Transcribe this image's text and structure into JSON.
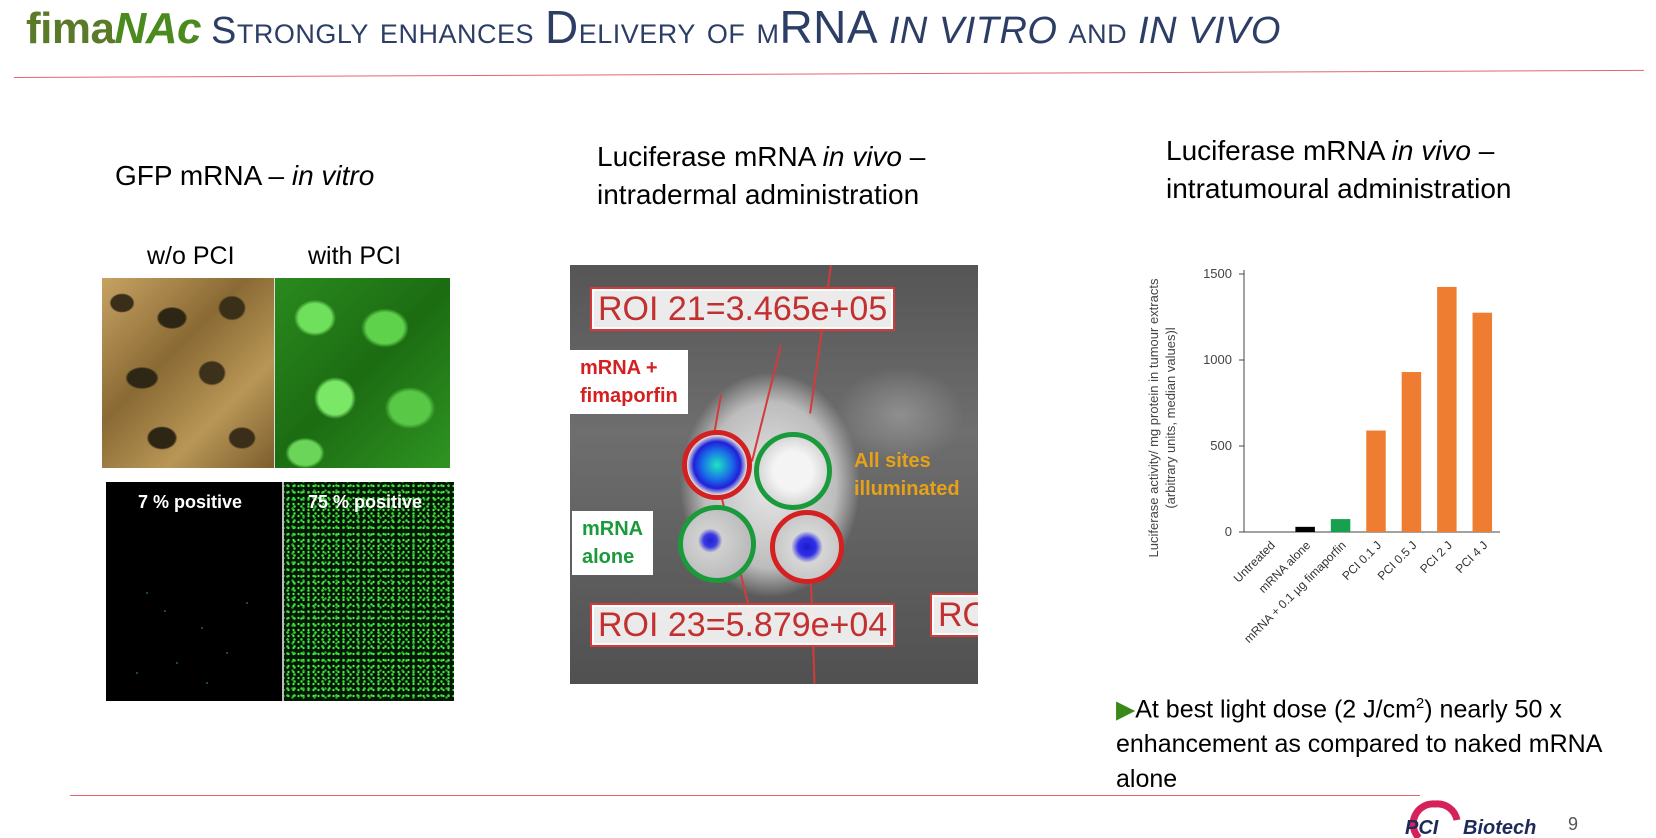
{
  "header": {
    "brand_part1": "fima",
    "brand_part2": "NAc",
    "title_pre": "Strongly enhances ",
    "title_big": "D",
    "title_mid": "elivery of m",
    "title_rna": "RNA ",
    "title_invitro": "in vitro",
    "title_and": " and ",
    "title_invivo": "in vivo"
  },
  "panel1": {
    "caption_pre": "GFP mRNA – ",
    "caption_italic": "in vitro",
    "label_without": "w/o PCI",
    "label_with": "with PCI",
    "flow_left": "7 % positive",
    "flow_right": "75 % positive"
  },
  "panel2": {
    "caption_line1_pre": "Luciferase mRNA ",
    "caption_line1_italic": "in vivo",
    "caption_line1_post": " –",
    "caption_line2": "intradermal administration",
    "roi_top": "ROI 21=3.465e+05",
    "roi_bottom": "ROI 23=5.879e+04",
    "roi_right": "RO",
    "label_fima_line1": "mRNA +",
    "label_fima_line2": "fimaporfin",
    "label_alone_line1": "mRNA",
    "label_alone_line2": "alone",
    "sites_line1": "All sites",
    "sites_line2": "illuminated",
    "colors": {
      "red": "#d42020",
      "green": "#1a9a3a",
      "orange": "#e6a11a"
    }
  },
  "panel3": {
    "caption_line1_pre": "Luciferase mRNA ",
    "caption_line1_italic": "in vivo",
    "caption_line1_post": " –",
    "caption_line2": "intratumoural administration",
    "bullet_pre": "At best light dose (2 J/cm",
    "bullet_sup": "2",
    "bullet_post": ") nearly 50 x enhancement as compared to naked mRNA alone"
  },
  "chart_data": {
    "type": "bar",
    "ylabel_line1": "Luciferase activity/ mg protein in tumour extracts",
    "ylabel_line2": "(arbitrary units, median values)l",
    "ylim": [
      0,
      1500
    ],
    "yticks": [
      0,
      500,
      1000,
      1500
    ],
    "categories": [
      "Untreated",
      "mRNA alone",
      "mRNA + 0.1 µg fimaporfin",
      "PCI 0.1 J",
      "PCI 0.5 J",
      "PCI 2 J",
      "PCI 4 J"
    ],
    "values": [
      0,
      30,
      75,
      590,
      930,
      1425,
      1275
    ],
    "colors": [
      "#000000",
      "#000000",
      "#16a050",
      "#ee7d31",
      "#ee7d31",
      "#ee7d31",
      "#ee7d31"
    ],
    "grid": false
  },
  "footer": {
    "logo_pci": "PCI",
    "logo_biotech": "Biotech",
    "page_number": "9"
  }
}
